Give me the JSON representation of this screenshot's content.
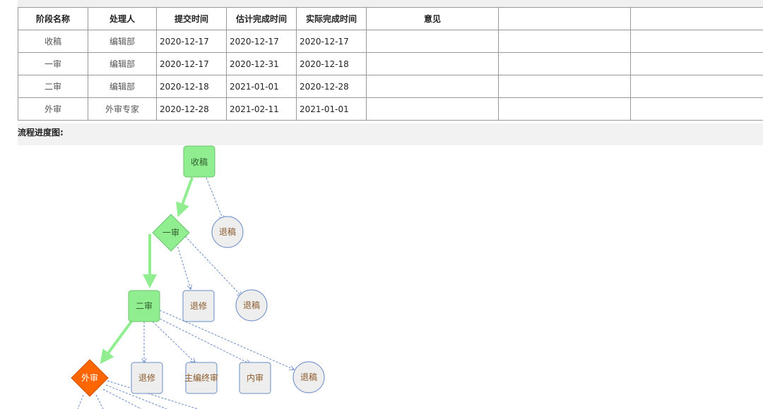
{
  "table": {
    "headers": [
      "阶段名称",
      "处理人",
      "提交时间",
      "估计完成时间",
      "实际完成时间",
      "意见",
      "",
      ""
    ],
    "rows": [
      {
        "stage": "收稿",
        "handler": "编辑部",
        "submit": "2020-12-17",
        "estimate": "2020-12-17",
        "actual": "2020-12-17",
        "opinion": ""
      },
      {
        "stage": "一审",
        "handler": "编辑部",
        "submit": "2020-12-17",
        "estimate": "2020-12-31",
        "actual": "2020-12-18",
        "opinion": ""
      },
      {
        "stage": "二审",
        "handler": "编辑部",
        "submit": "2020-12-18",
        "estimate": "2021-01-01",
        "actual": "2020-12-28",
        "opinion": ""
      },
      {
        "stage": "外审",
        "handler": "外审专家",
        "submit": "2020-12-28",
        "estimate": "2021-02-11",
        "actual": "2021-01-01",
        "opinion": ""
      }
    ]
  },
  "flow": {
    "title": "流程进度图:",
    "colors": {
      "done": "#90ee90",
      "done_border": "#6cc36c",
      "current": "#ff6600",
      "pending": "#eeeeee",
      "pending_border": "#6a8cc7",
      "label_pending": "#8b5a2b",
      "edge_done": "#90ee90",
      "edge_pending": "#6a8cc7"
    },
    "nodes": {
      "n1": "收稿",
      "n2": "一审",
      "n3": "退稿",
      "n4": "二审",
      "n5": "退修",
      "n6": "退稿",
      "n7": "外审",
      "n8": "退修",
      "n9": "主编终审",
      "n10": "内审",
      "n11": "退稿"
    }
  }
}
